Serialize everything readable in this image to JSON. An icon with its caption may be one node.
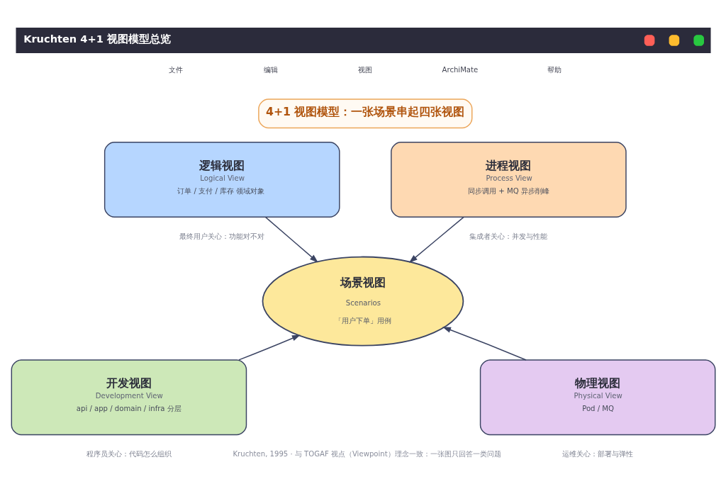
{
  "diagram": {
    "title": "Kruchten 4+1 视图模型总览",
    "caption": "Kruchten, 1995 · 与 TOGAF 视点（Viewpoint）理念一致：一张图只回答一类问题",
    "nodes": [
      {
        "text": [
          "4+1 视图模型：一张场景串起四张视图"
        ]
      },
      {
        "text": [
          "逻辑视图",
          "Logical View",
          "订单 / 支付 / 库存 领域对象"
        ],
        "beside": [
          "最终用户关心：功能对不对"
        ]
      },
      {
        "text": [
          "进程视图",
          "Process View",
          "同步调用 + MQ 异步削峰"
        ],
        "beside": [
          "集成者关心：并发与性能"
        ]
      },
      {
        "text": [
          "场景视图",
          "Scenarios",
          "「用户下单」用例"
        ]
      },
      {
        "text": [
          "开发视图",
          "Development View",
          "api / app / domain / infra 分层"
        ],
        "beside": [
          "程序员关心：代码怎么组织"
        ]
      },
      {
        "text": [
          "物理视图",
          "Physical View",
          "Pod / MQ"
        ],
        "beside": [
          "运维关心：部署与弹性"
        ]
      }
    ],
    "edges": [
      {
        "from": 1,
        "to": 3,
        "arrow": "to"
      },
      {
        "from": 2,
        "to": 3,
        "arrow": "to"
      },
      {
        "from": 4,
        "to": 3,
        "arrow": "to"
      },
      {
        "from": 5,
        "to": 3,
        "arrow": "to"
      }
    ],
    "labels": [
      "文件",
      "编辑",
      "视图",
      "ArchiMate",
      "帮助"
    ]
  }
}
